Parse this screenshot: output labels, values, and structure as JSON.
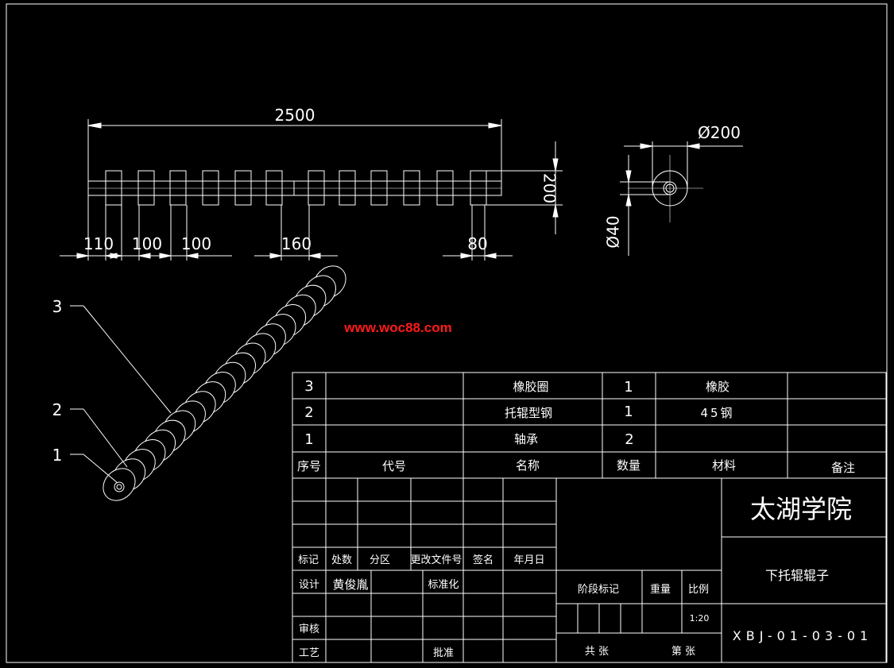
{
  "watermark": "www.woc88.com",
  "dimensions": {
    "overall_length": "2500",
    "roller_height": "200",
    "pitch_110": "110",
    "pitch_100_a": "100",
    "pitch_100_b": "100",
    "gap_160": "160",
    "end_80": "80",
    "outer_diameter": "Ø200",
    "shaft_diameter": "Ø40"
  },
  "balloons": [
    "3",
    "2",
    "1"
  ],
  "parts_list": {
    "rows": [
      {
        "no": "3",
        "code": "",
        "name": "橡胶圈",
        "qty": "1",
        "material": "橡胶",
        "note": ""
      },
      {
        "no": "2",
        "code": "",
        "name": "托辊型钢",
        "qty": "1",
        "material": "45钢",
        "note": ""
      },
      {
        "no": "1",
        "code": "",
        "name": "轴承",
        "qty": "2",
        "material": "",
        "note": ""
      }
    ],
    "header": {
      "no": "序号",
      "code": "代号",
      "name": "名称",
      "qty": "数量",
      "material": "材料",
      "note": "备注"
    }
  },
  "title_block": {
    "school": "太湖学院",
    "drawing_name": "下托辊辊子",
    "drawing_number": "XBJ-01-03-01",
    "labels": {
      "mark": "标记",
      "count": "处数",
      "zone": "分区",
      "change_doc": "更改文件号",
      "sign": "签名",
      "date": "年月日",
      "design": "设计",
      "designer": "黄俊胤",
      "standard": "标准化",
      "stage_mark": "阶段标记",
      "weight": "重量",
      "scale_label": "比例",
      "scale": "1:20",
      "review": "审核",
      "process": "工艺",
      "approve": "批准",
      "total": "共  张",
      "sheet": "第  张"
    }
  }
}
